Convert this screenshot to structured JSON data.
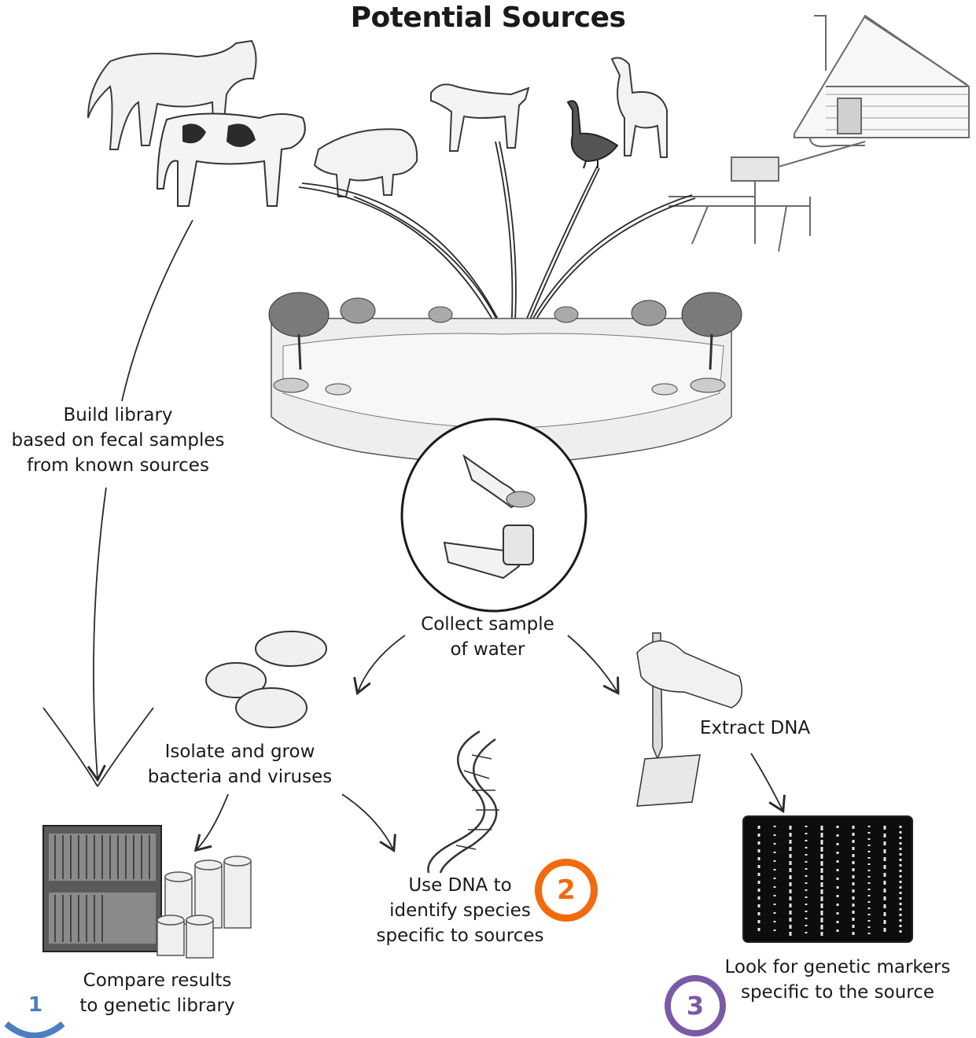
{
  "title": "Potential Sources",
  "labels": {
    "build_library": [
      "Build library",
      "based on fecal samples",
      "from known sources"
    ],
    "collect_sample": [
      "Collect sample",
      "of water"
    ],
    "isolate_grow": [
      "Isolate and grow",
      "bacteria and viruses"
    ],
    "extract_dna": [
      "Extract DNA"
    ],
    "use_dna": [
      "Use DNA to",
      "identify species",
      "specific to sources"
    ],
    "compare_results": [
      "Compare results",
      "to genetic library"
    ],
    "look_markers": [
      "Look for genetic markers",
      "specific to the source"
    ]
  },
  "badges": [
    {
      "number": "1",
      "color": "#4a7fc0"
    },
    {
      "number": "2",
      "color": "#f26a0f"
    },
    {
      "number": "3",
      "color": "#7a5aa6"
    }
  ]
}
